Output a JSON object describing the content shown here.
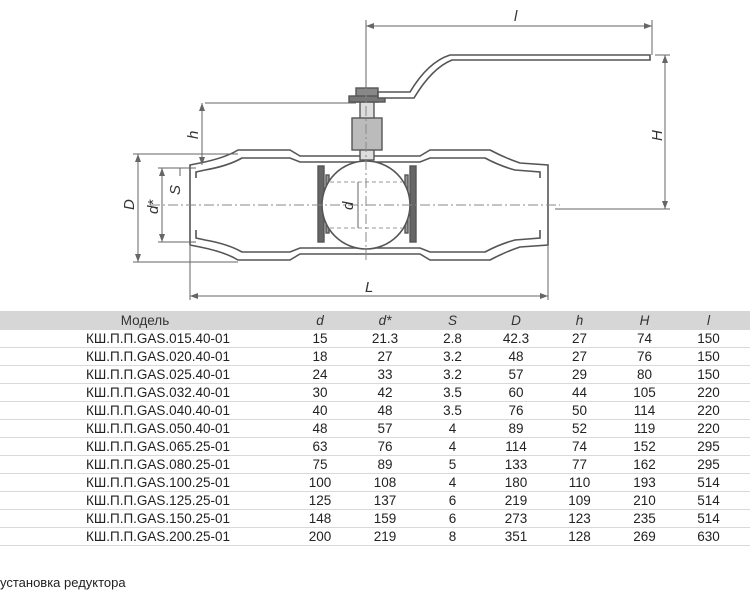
{
  "drawing": {
    "labels": {
      "l": "l",
      "h": "h",
      "H": "H",
      "D": "D",
      "d_star": "d*",
      "S": "S",
      "d": "d",
      "L": "L"
    }
  },
  "table": {
    "headers": [
      "Модель",
      "d",
      "d*",
      "S",
      "D",
      "h",
      "H",
      "l"
    ],
    "rows": [
      [
        "КШ.П.П.GAS.015.40-01",
        "15",
        "21.3",
        "2.8",
        "42.3",
        "27",
        "74",
        "150"
      ],
      [
        "КШ.П.П.GAS.020.40-01",
        "18",
        "27",
        "3.2",
        "48",
        "27",
        "76",
        "150"
      ],
      [
        "КШ.П.П.GAS.025.40-01",
        "24",
        "33",
        "3.2",
        "57",
        "29",
        "80",
        "150"
      ],
      [
        "КШ.П.П.GAS.032.40-01",
        "30",
        "42",
        "3.5",
        "60",
        "44",
        "105",
        "220"
      ],
      [
        "КШ.П.П.GAS.040.40-01",
        "40",
        "48",
        "3.5",
        "76",
        "50",
        "114",
        "220"
      ],
      [
        "КШ.П.П.GAS.050.40-01",
        "48",
        "57",
        "4",
        "89",
        "52",
        "119",
        "220"
      ],
      [
        "КШ.П.П.GAS.065.25-01",
        "63",
        "76",
        "4",
        "114",
        "74",
        "152",
        "295"
      ],
      [
        "КШ.П.П.GAS.080.25-01",
        "75",
        "89",
        "5",
        "133",
        "77",
        "162",
        "295"
      ],
      [
        "КШ.П.П.GAS.100.25-01",
        "100",
        "108",
        "4",
        "180",
        "110",
        "193",
        "514"
      ],
      [
        "КШ.П.П.GAS.125.25-01",
        "125",
        "137",
        "6",
        "219",
        "109",
        "210",
        "514"
      ],
      [
        "КШ.П.П.GAS.150.25-01",
        "148",
        "159",
        "6",
        "273",
        "123",
        "235",
        "514"
      ],
      [
        "КШ.П.П.GAS.200.25-01",
        "200",
        "219",
        "8",
        "351",
        "128",
        "269",
        "630"
      ]
    ]
  },
  "footnote": "установка редуктора"
}
